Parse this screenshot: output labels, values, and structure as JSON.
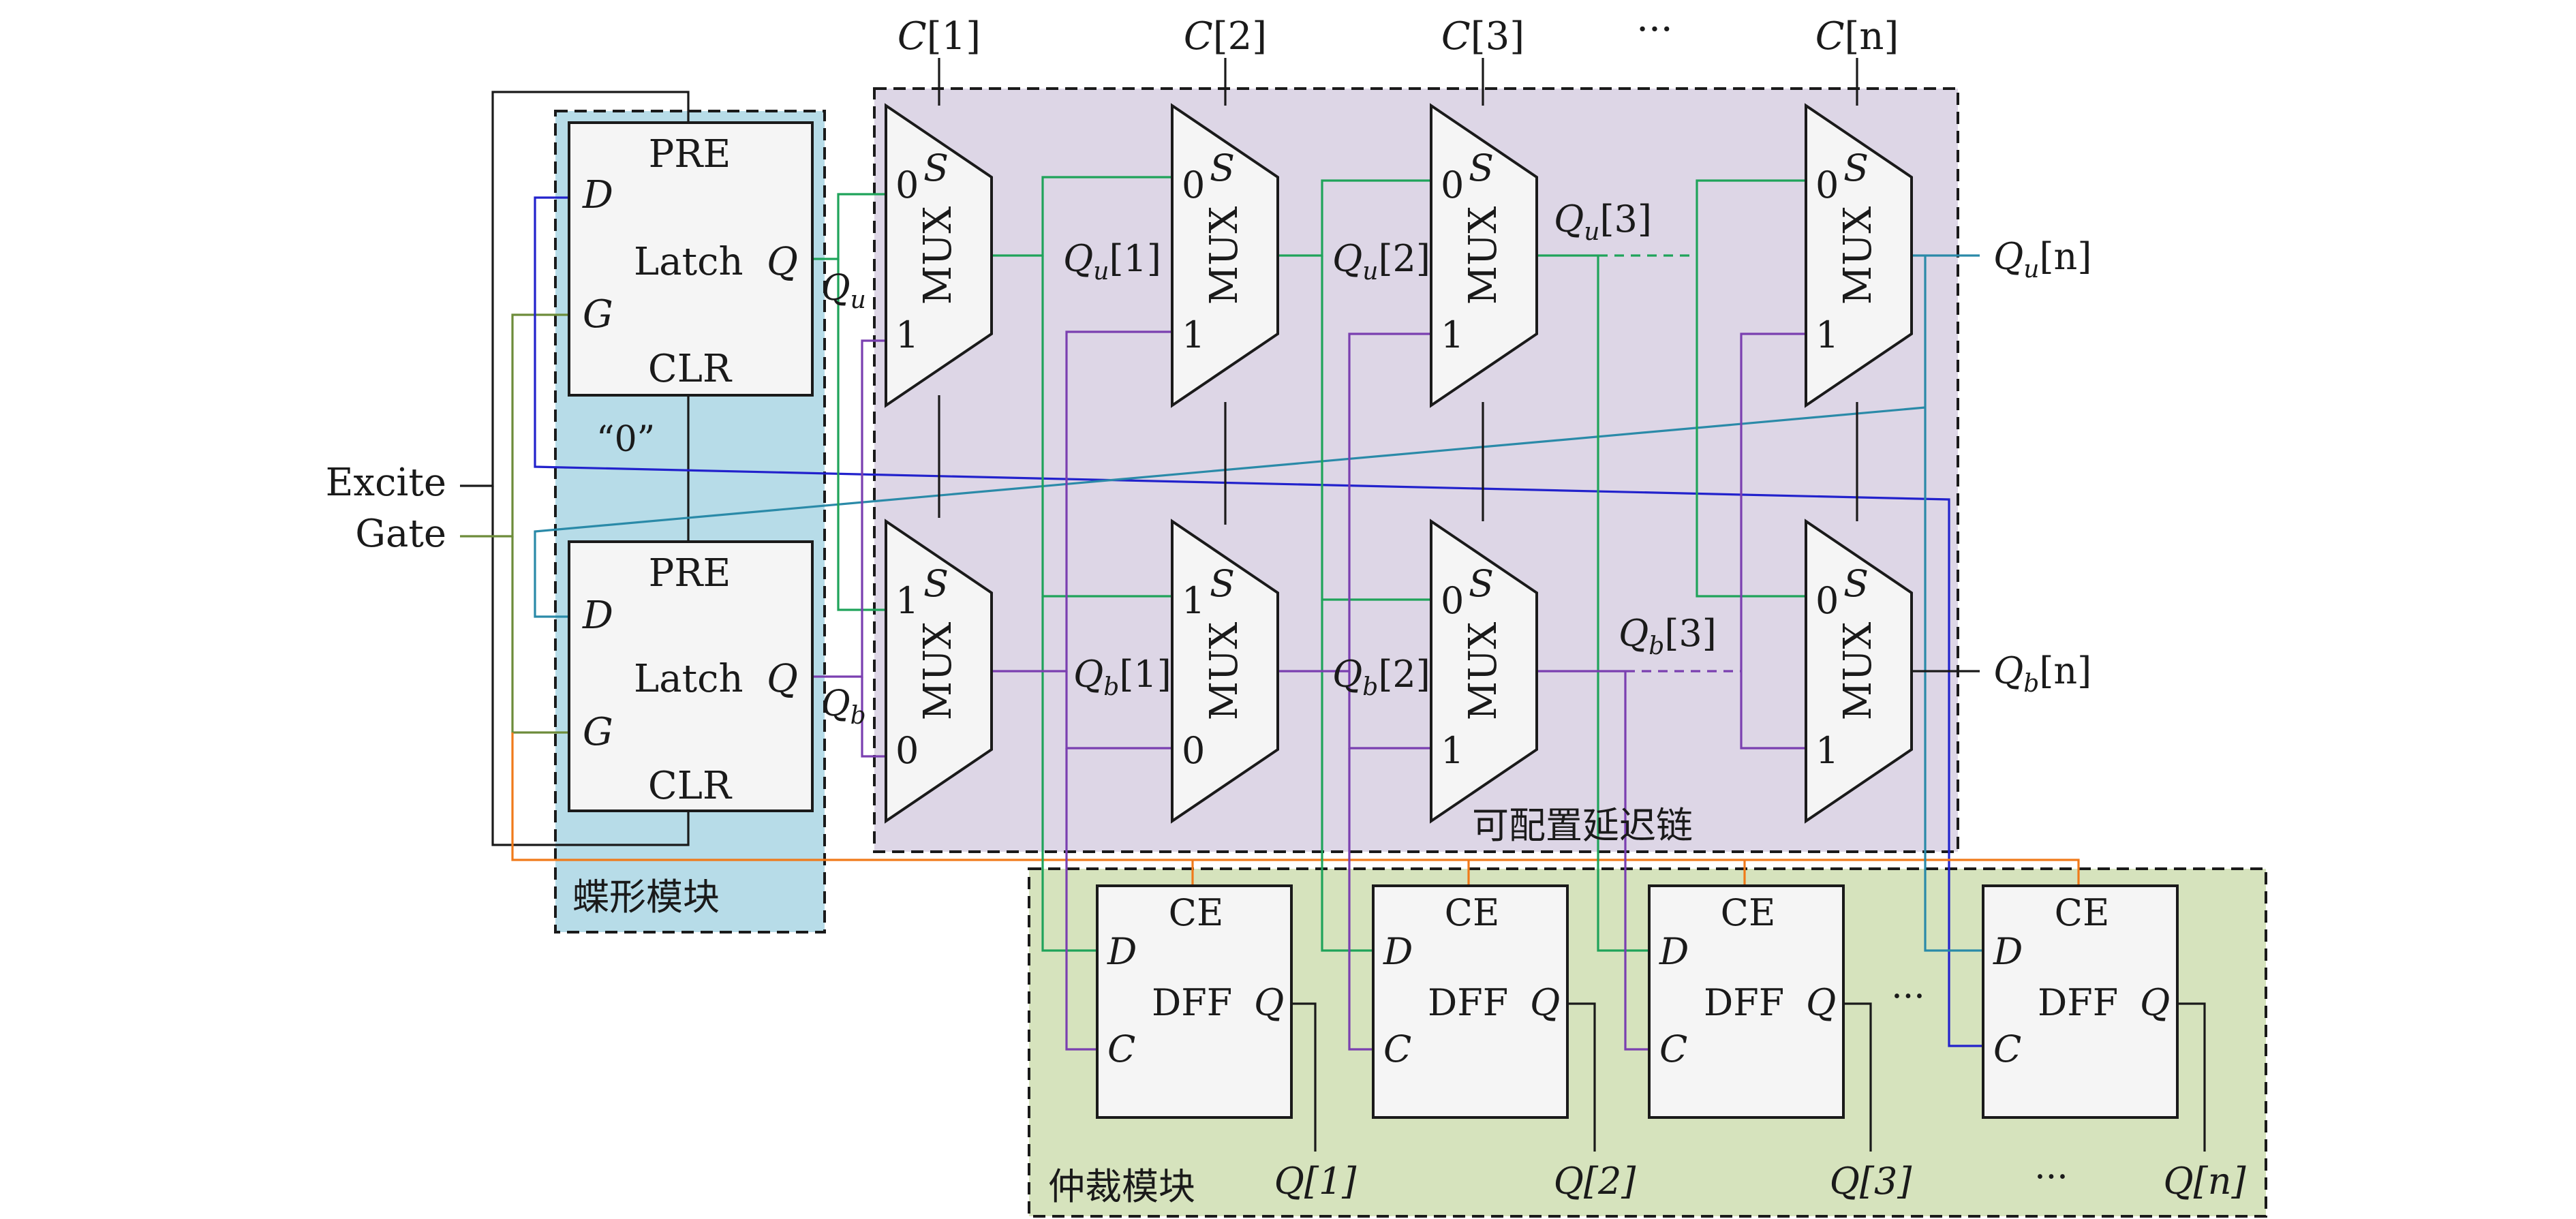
{
  "inputs": {
    "excite": "Excite",
    "gate": "Gate"
  },
  "butterfly": {
    "title": "蝶形模块",
    "zero_label": "“0”",
    "latch_top": {
      "pre": "PRE",
      "d": "D",
      "name": "Latch",
      "q": "Q",
      "g": "G",
      "clr": "CLR"
    },
    "latch_bottom": {
      "pre": "PRE",
      "d": "D",
      "name": "Latch",
      "q": "Q",
      "g": "G",
      "clr": "CLR"
    },
    "out_u": "Q",
    "out_u_sub": "u",
    "out_b": "Q",
    "out_b_sub": "b"
  },
  "delay_chain": {
    "title": "可配置延迟链",
    "ellipsis": "···",
    "controls": [
      "C[1]",
      "C[2]",
      "C[3]",
      "C[n]"
    ],
    "mux_name": "MUX",
    "mux_sel": "S",
    "upper_stages": [
      {
        "in_top": "0",
        "in_bot": "1",
        "out": "Q",
        "sub": "u",
        "idx": "[1]"
      },
      {
        "in_top": "0",
        "in_bot": "1",
        "out": "Q",
        "sub": "u",
        "idx": "[2]"
      },
      {
        "in_top": "0",
        "in_bot": "1",
        "out": "Q",
        "sub": "u",
        "idx": "[3]"
      },
      {
        "in_top": "0",
        "in_bot": "1",
        "out": "Q",
        "sub": "u",
        "idx": "[n]"
      }
    ],
    "lower_stages": [
      {
        "in_top": "1",
        "in_bot": "0",
        "out": "Q",
        "sub": "b",
        "idx": "[1]"
      },
      {
        "in_top": "1",
        "in_bot": "0",
        "out": "Q",
        "sub": "b",
        "idx": "[2]"
      },
      {
        "in_top": "0",
        "in_bot": "1",
        "out": "Q",
        "sub": "b",
        "idx": "[3]"
      },
      {
        "in_top": "0",
        "in_bot": "1",
        "out": "Q",
        "sub": "b",
        "idx": "[n]"
      }
    ]
  },
  "arbiter": {
    "title": "仲裁模块",
    "ellipsis": "···",
    "dffs": [
      {
        "ce": "CE",
        "d": "D",
        "name": "DFF",
        "q": "Q",
        "c": "C",
        "out": "Q[1]"
      },
      {
        "ce": "CE",
        "d": "D",
        "name": "DFF",
        "q": "Q",
        "c": "C",
        "out": "Q[2]"
      },
      {
        "ce": "CE",
        "d": "D",
        "name": "DFF",
        "q": "Q",
        "c": "C",
        "out": "Q[3]"
      },
      {
        "ce": "CE",
        "d": "D",
        "name": "DFF",
        "q": "Q",
        "c": "C",
        "out": "Q[n]"
      }
    ]
  },
  "colors": {
    "butterfly_bg": "#b7dce8",
    "delay_bg": "#ddd6e6",
    "arbiter_bg": "#d6e3bd"
  }
}
